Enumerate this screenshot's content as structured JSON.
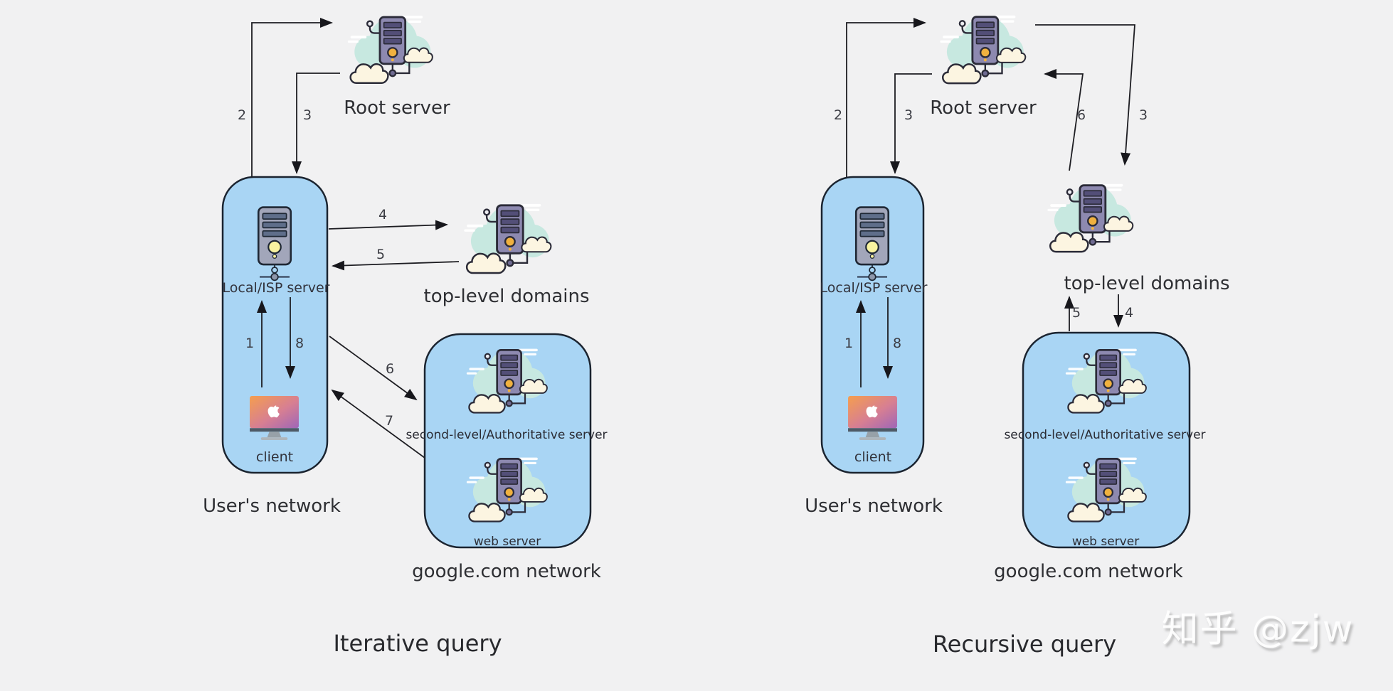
{
  "colors": {
    "background": "#f1f1f2",
    "network_box_fill": "#a9d5f4",
    "network_box_stroke": "#1b2430",
    "arrow": "#1d1d22",
    "teal_cloud": "#c7e8e0",
    "cream_cloud": "#fcf5e1",
    "server_body": "#8d89b0",
    "isp_server_body": "#a2a6ba",
    "client_screen_orange": "#f59e4e",
    "client_screen_purple": "#9e66b8"
  },
  "watermark": "知乎 @zjw",
  "left": {
    "title": "Iterative query",
    "root_label": "Root server",
    "tld_label": "top-level domains",
    "user_network_label": "User's network",
    "local_server_label": "Local/ISP server",
    "client_label": "client",
    "google_network_label": "google.com network",
    "second_level_label": "second-level/Authoritative server",
    "web_server_label": "web server",
    "arrows": {
      "a1": "1",
      "a2": "2",
      "a3": "3",
      "a4": "4",
      "a5": "5",
      "a6": "6",
      "a7": "7",
      "a8": "8"
    }
  },
  "right": {
    "title": "Recursive query",
    "root_label": "Root server",
    "tld_label": "top-level domains",
    "user_network_label": "User's network",
    "local_server_label": "Local/ISP server",
    "client_label": "client",
    "google_network_label": "google.com network",
    "second_level_label": "second-level/Authoritative server",
    "web_server_label": "web server",
    "arrows": {
      "a1": "1",
      "a2": "2",
      "a3_root": "3",
      "a3_tld": "3",
      "a4": "4",
      "a5": "5",
      "a6": "6",
      "a8": "8"
    }
  }
}
